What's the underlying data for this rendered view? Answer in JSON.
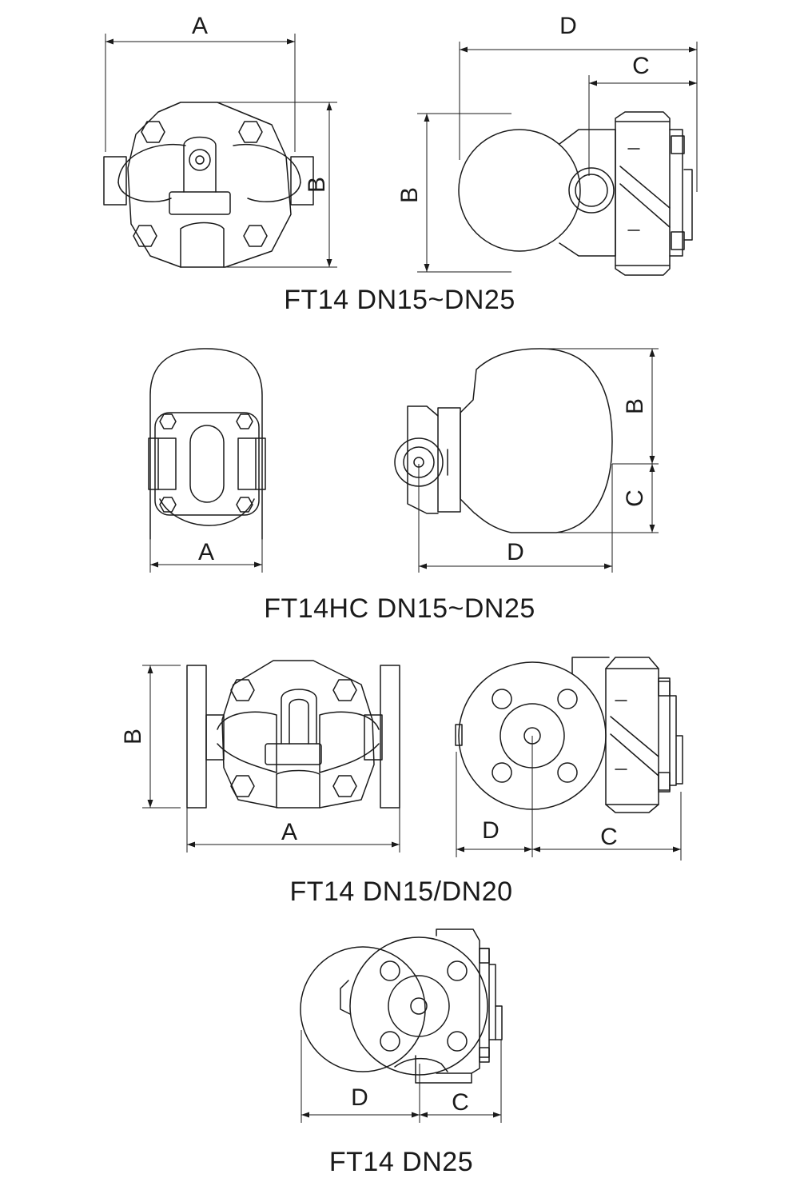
{
  "captions": {
    "ft14_threaded": "FT14 DN15~DN25",
    "ft14hc": "FT14HC DN15~DN25",
    "ft14_flanged_small": "FT14 DN15/DN20",
    "ft14_flanged_dn25": "FT14 DN25"
  },
  "dims": {
    "a": "A",
    "b": "B",
    "c": "C",
    "d": "D"
  },
  "colors": {
    "line": "#1a1a1a",
    "background": "#ffffff"
  }
}
